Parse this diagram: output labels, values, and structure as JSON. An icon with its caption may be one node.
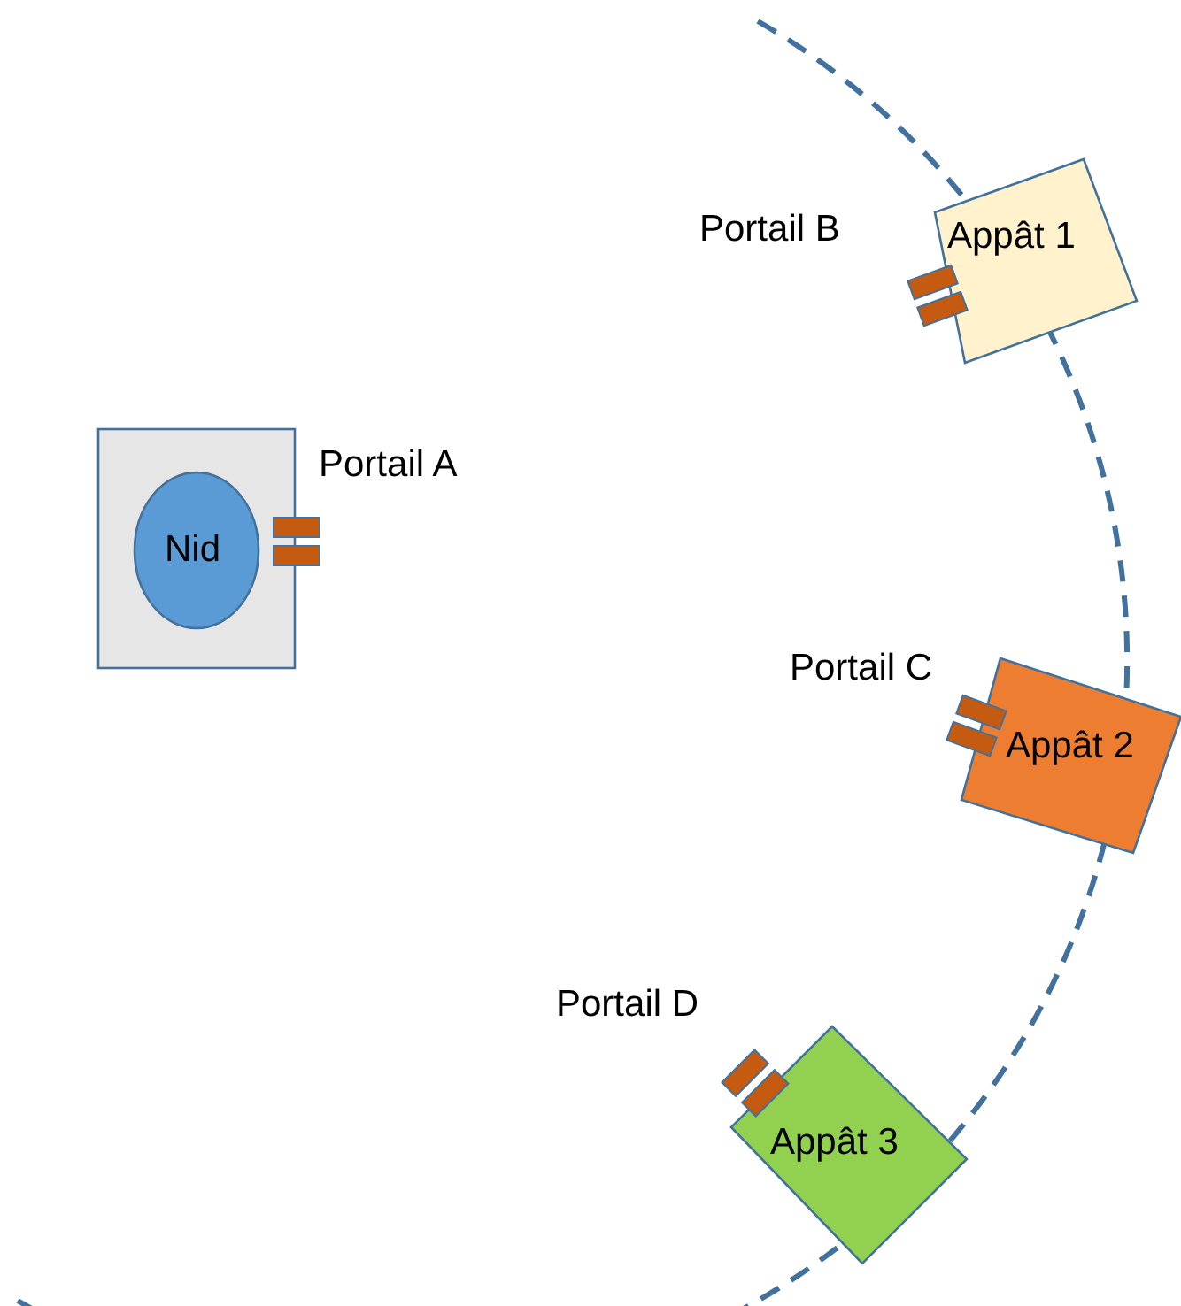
{
  "diagram": {
    "nodes": [
      {
        "text": [],
        "shape": "box"
      },
      {
        "text": [
          "Nid"
        ],
        "in": 0
      },
      {
        "text": [
          "Appât 1"
        ]
      },
      {
        "text": [
          "Appât 2"
        ]
      },
      {
        "text": [
          "Appât 3"
        ]
      }
    ],
    "labels": [
      "Portail A",
      "Portail B",
      "Portail C",
      "Portail D"
    ]
  }
}
